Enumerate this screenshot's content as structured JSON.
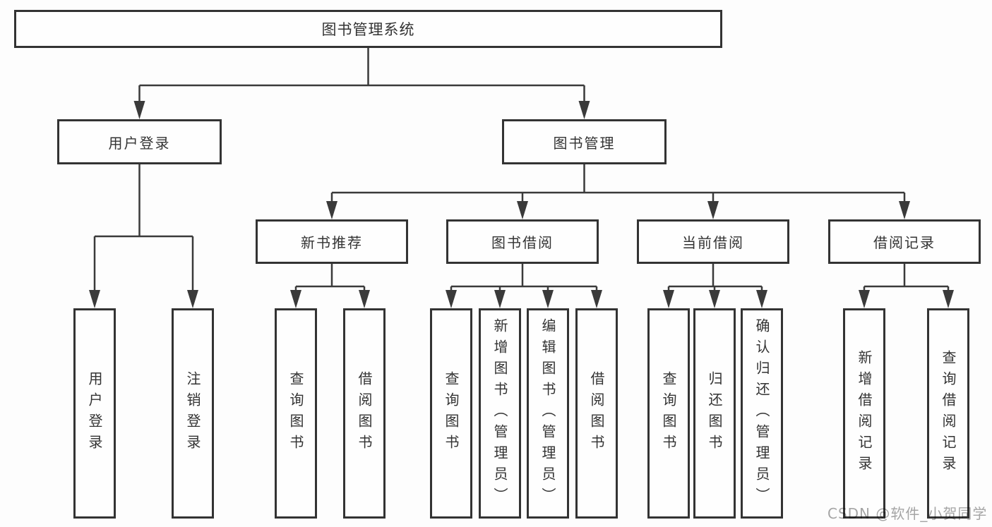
{
  "tree": {
    "root": {
      "label": "图书管理系统"
    },
    "branches": [
      {
        "label": "用户登录",
        "children": [
          {
            "label": "用户登录"
          },
          {
            "label": "注销登录"
          }
        ]
      },
      {
        "label": "图书管理",
        "children": [
          {
            "label": "新书推荐",
            "children": [
              {
                "label": "查询图书"
              },
              {
                "label": "借阅图书"
              }
            ]
          },
          {
            "label": "图书借阅",
            "children": [
              {
                "label": "查询图书"
              },
              {
                "label": "新增图书（管理员）"
              },
              {
                "label": "编辑图书（管理员）"
              },
              {
                "label": "借阅图书"
              }
            ]
          },
          {
            "label": "当前借阅",
            "children": [
              {
                "label": "查询图书"
              },
              {
                "label": "归还图书"
              },
              {
                "label": "确认归还（管理员）"
              }
            ]
          },
          {
            "label": "借阅记录",
            "children": [
              {
                "label": "新增借阅记录"
              },
              {
                "label": "查询借阅记录"
              }
            ]
          }
        ]
      }
    ]
  },
  "watermark": {
    "text": "CSDN @软件_小贺同学"
  },
  "colors": {
    "line": "#3a3a3a",
    "box_border": "#333333",
    "text": "#333333",
    "background": "#fdfdfd",
    "watermark": "#a6a6a6"
  }
}
